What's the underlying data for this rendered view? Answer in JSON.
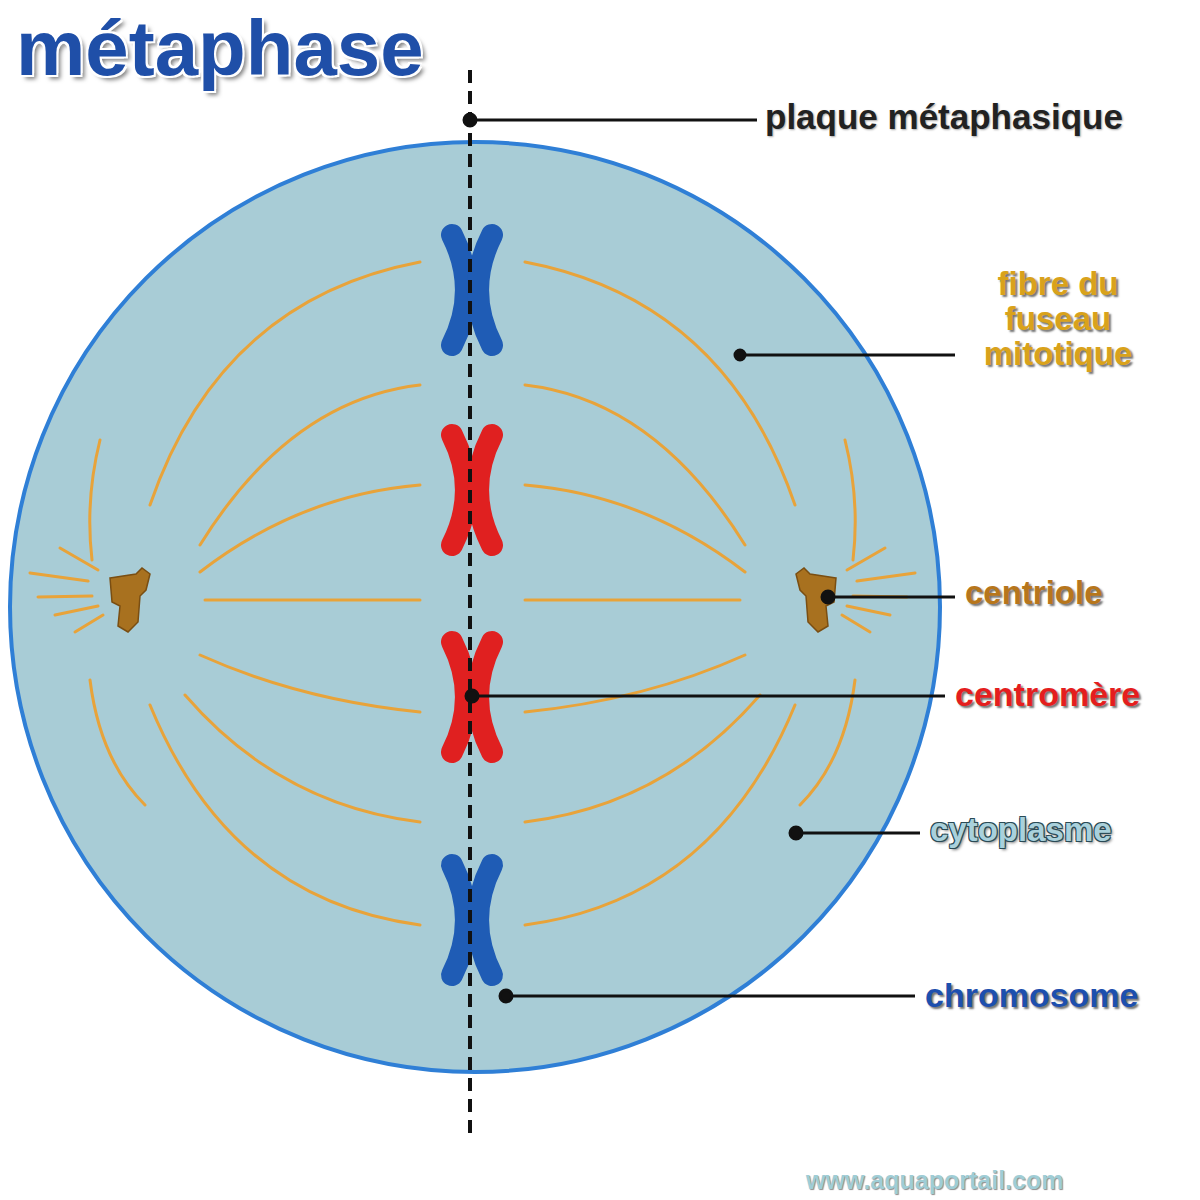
{
  "diagram": {
    "title": "métaphase",
    "labels": [
      "plaque métaphasique",
      "fibre du fuseau mitotique",
      "centriole",
      "centromère",
      "cytoplasme",
      "chromosome",
      "www.aquaportail.com"
    ]
  }
}
